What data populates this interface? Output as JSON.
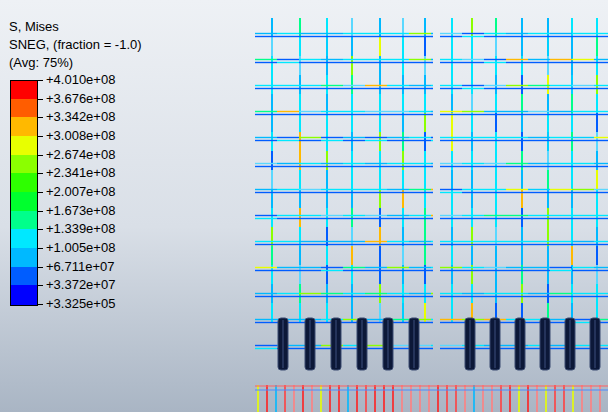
{
  "diagram": {
    "labels": [
      "S, Mises",
      "SNEG, (fraction = -1.0)",
      "(Avg: 75%)"
    ],
    "legend": [
      {
        "text": "+4.010e+08",
        "color": "#ff0000"
      },
      {
        "text": "+3.676e+08",
        "color": "#ff5d00"
      },
      {
        "text": "+3.342e+08",
        "color": "#ffb900"
      },
      {
        "text": "+3.008e+08",
        "color": "#e8ff00"
      },
      {
        "text": "+2.674e+08",
        "color": "#8bff00"
      },
      {
        "text": "+2.341e+08",
        "color": "#2eff00"
      },
      {
        "text": "+2.007e+08",
        "color": "#00ff2e"
      },
      {
        "text": "+1.673e+08",
        "color": "#00ff8b"
      },
      {
        "text": "+1.339e+08",
        "color": "#00e8ff"
      },
      {
        "text": "+1.005e+08",
        "color": "#00b9ff"
      },
      {
        "text": "+6.711e+07",
        "color": "#005dff"
      },
      {
        "text": "+3.372e+07",
        "color": "#0000ff"
      },
      {
        "text": "+3.325e+05"
      }
    ]
  }
}
